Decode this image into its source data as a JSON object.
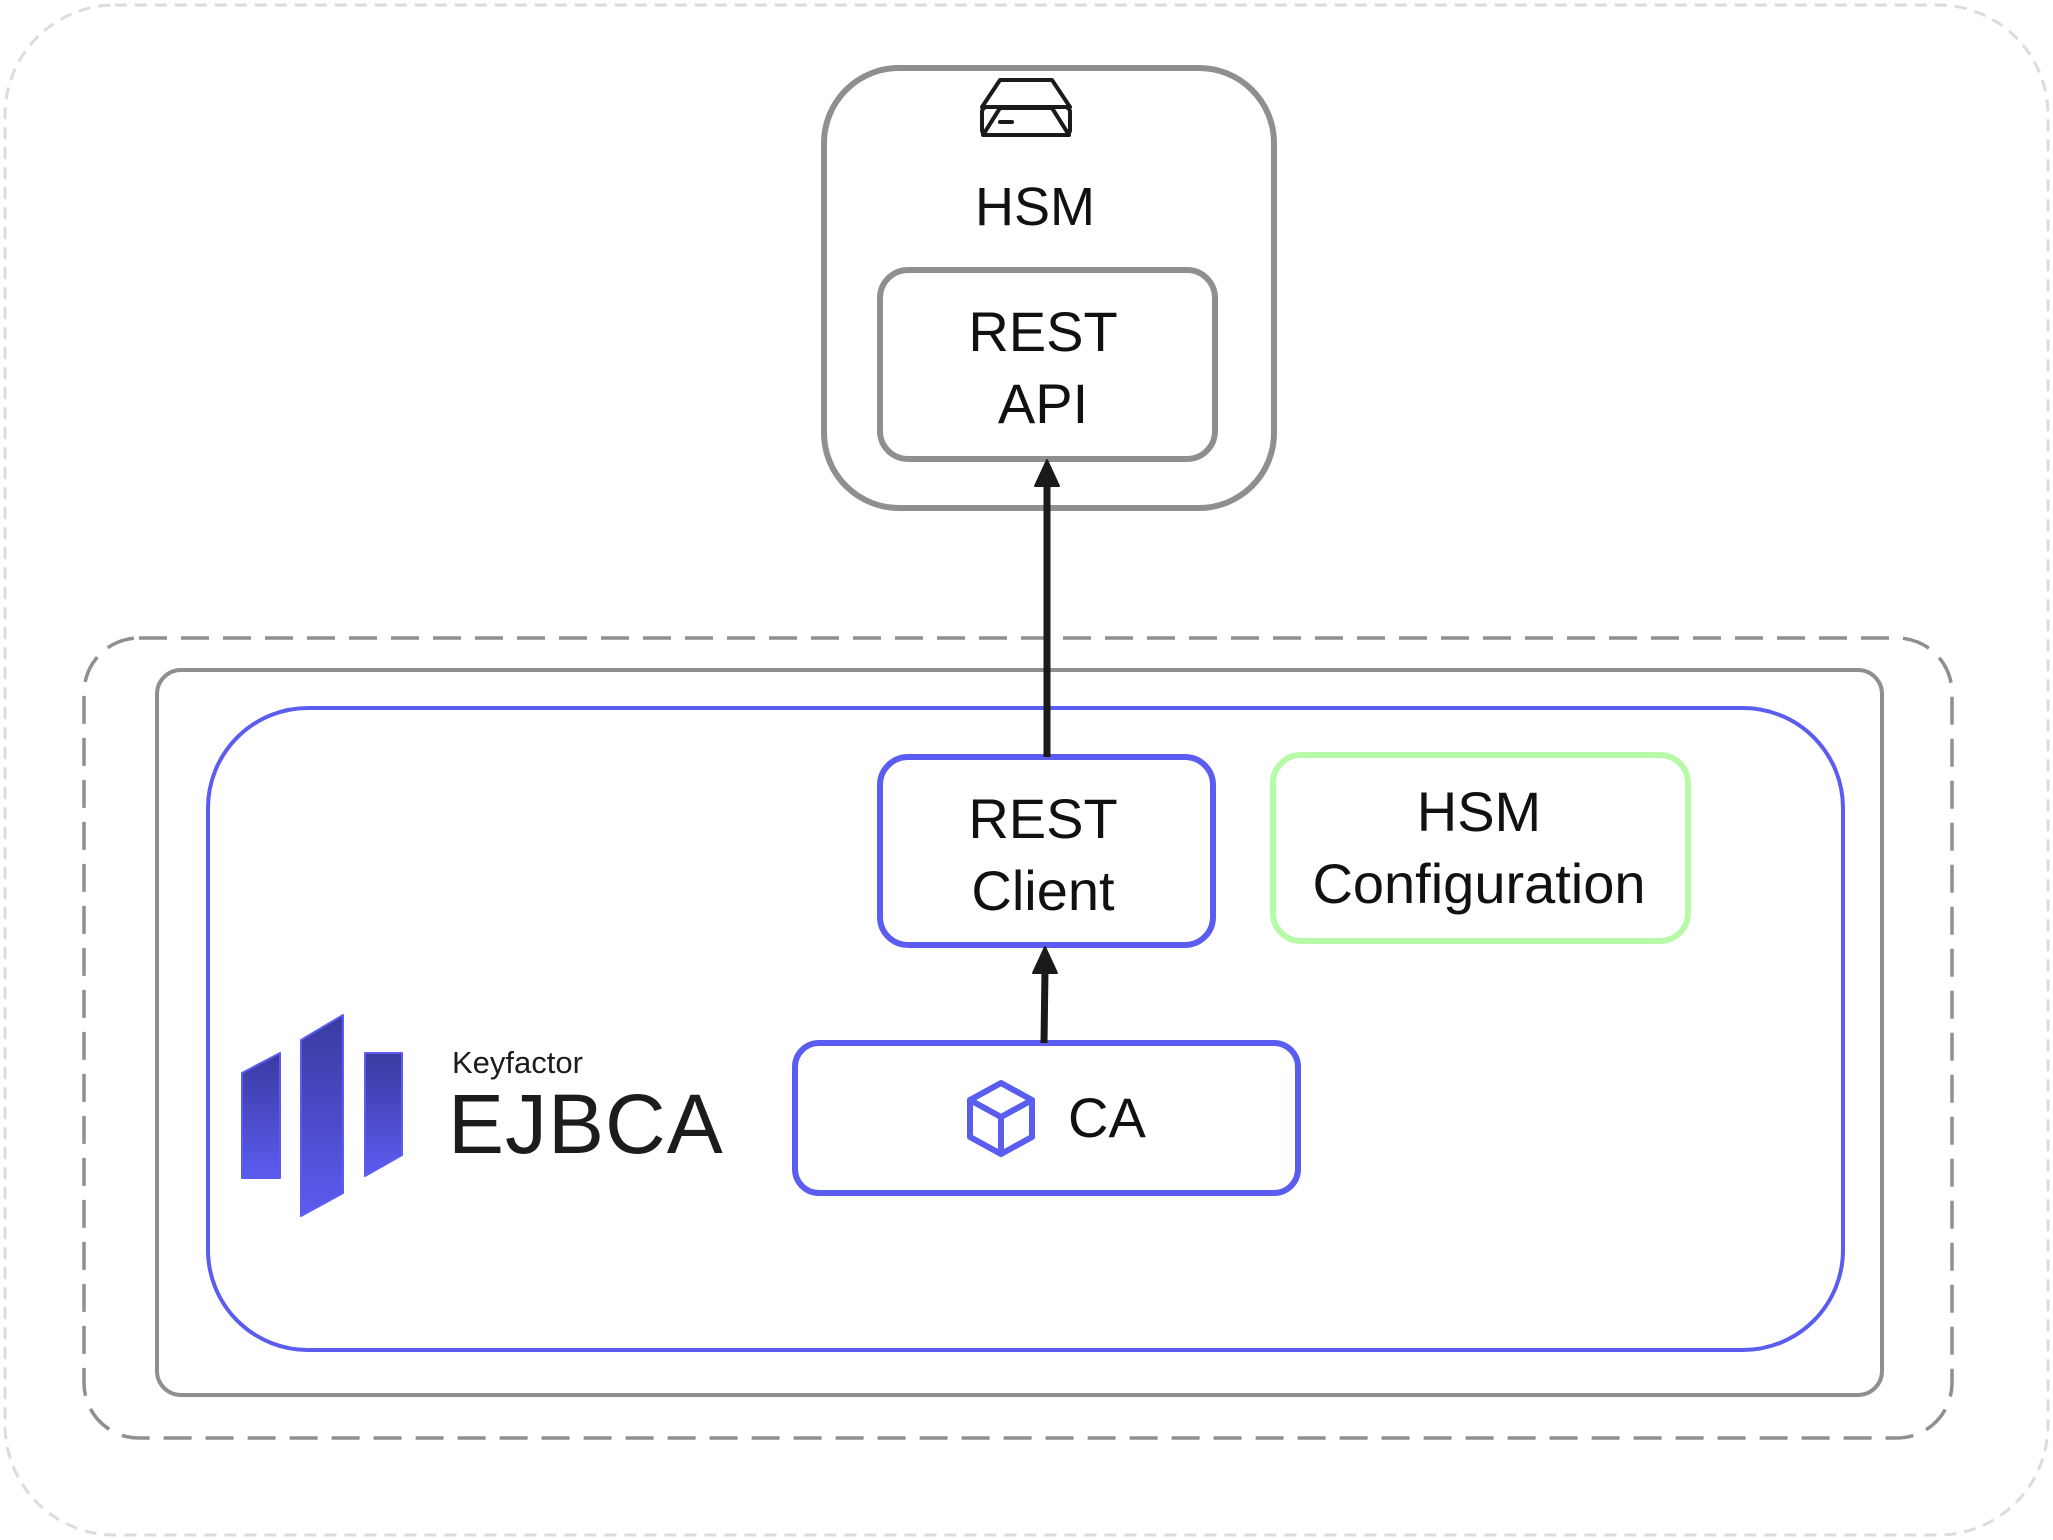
{
  "hsm": {
    "title": "HSM",
    "icon": "hard-drive-icon",
    "rest_api": {
      "line1": "REST",
      "line2": "API"
    }
  },
  "ejbca": {
    "brand": {
      "company": "Keyfactor",
      "product": "EJBCA",
      "logo": "keyfactor-bars-logo"
    },
    "rest_client": {
      "line1": "REST",
      "line2": "Client"
    },
    "hsm_configuration": {
      "line1": "HSM",
      "line2": "Configuration"
    },
    "ca": {
      "label": "CA",
      "icon": "cube-icon"
    }
  },
  "colors": {
    "outer_dashed_border": "#dcdcdc",
    "gray_border": "#8f8f8f",
    "blue_accent": "#5b5cf0",
    "green_accent": "#b7fba8",
    "arrow": "#1a1a1a",
    "text": "#111111"
  }
}
